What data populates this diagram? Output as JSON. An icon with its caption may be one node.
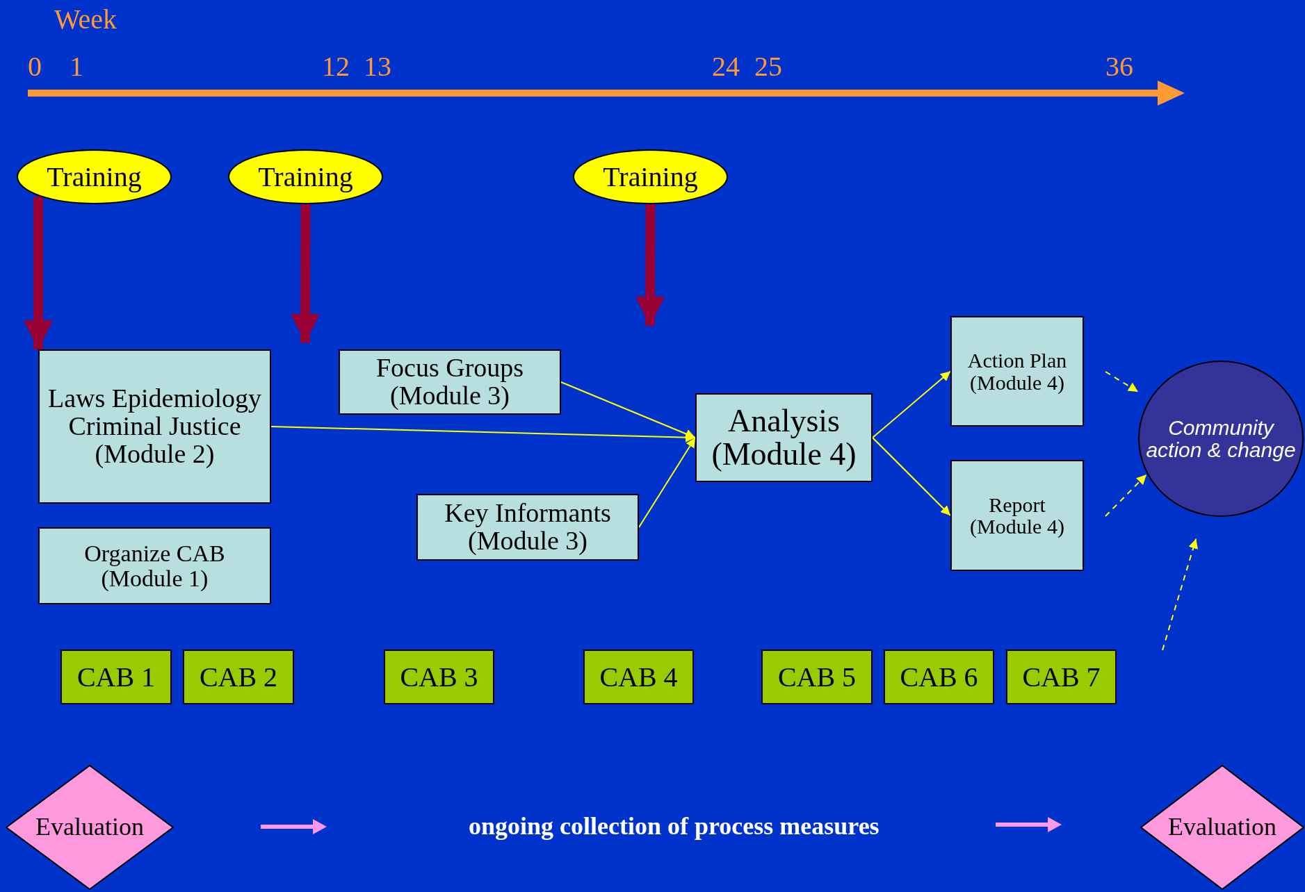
{
  "diagram": {
    "nodes": [
      {
        "text": [
          "Training"
        ]
      },
      {
        "text": [
          "Training"
        ]
      },
      {
        "text": [
          "Training"
        ]
      },
      {
        "text": [
          "Laws Epidemiology Criminal Justice (Module 2)"
        ]
      },
      {
        "text": [
          "Organize CAB (Module 1)"
        ]
      },
      {
        "text": [
          "Focus Groups (Module 3)"
        ]
      },
      {
        "text": [
          "Key Informants (Module 3)"
        ]
      },
      {
        "text": [
          "Analysis (Module 4)"
        ]
      },
      {
        "text": [
          "Action Plan (Module 4)"
        ]
      },
      {
        "text": [
          "Report (Module 4)"
        ]
      },
      {
        "text": [
          "Community action & change"
        ]
      },
      {
        "text": [
          "CAB 1"
        ]
      },
      {
        "text": [
          "CAB 2"
        ]
      },
      {
        "text": [
          "CAB 3"
        ]
      },
      {
        "text": [
          "CAB 4"
        ]
      },
      {
        "text": [
          "CAB 5"
        ]
      },
      {
        "text": [
          "CAB 6"
        ]
      },
      {
        "text": [
          "CAB 7"
        ]
      },
      {
        "text": [
          "Evaluation"
        ]
      },
      {
        "text": [
          "Evaluation"
        ]
      }
    ],
    "edges": [
      {
        "from": 0,
        "to": 3,
        "arrow": "to",
        "style": "thick",
        "color": "#990033"
      },
      {
        "from": 1,
        "to": 5,
        "arrow": "to",
        "style": "thick",
        "color": "#990033"
      },
      {
        "from": 2,
        "to": null,
        "arrow": "to",
        "style": "thick",
        "color": "#990033"
      },
      {
        "from": 3,
        "to": 7,
        "arrow": "to"
      },
      {
        "from": 5,
        "to": 7,
        "arrow": "to"
      },
      {
        "from": 6,
        "to": 7,
        "arrow": "to"
      },
      {
        "from": 7,
        "to": 8,
        "arrow": "to"
      },
      {
        "from": 7,
        "to": 9,
        "arrow": "to"
      },
      {
        "from": null,
        "to": 10,
        "arrow": "to",
        "style": "dashed"
      },
      {
        "from": null,
        "to": 10,
        "arrow": "to",
        "style": "dashed"
      },
      {
        "from": null,
        "to": 10,
        "arrow": "to",
        "style": "dashed"
      }
    ],
    "labels": [
      "Week",
      "0",
      "1",
      "12",
      "13",
      "24",
      "25",
      "36",
      "ongoing collection of process measures"
    ]
  }
}
